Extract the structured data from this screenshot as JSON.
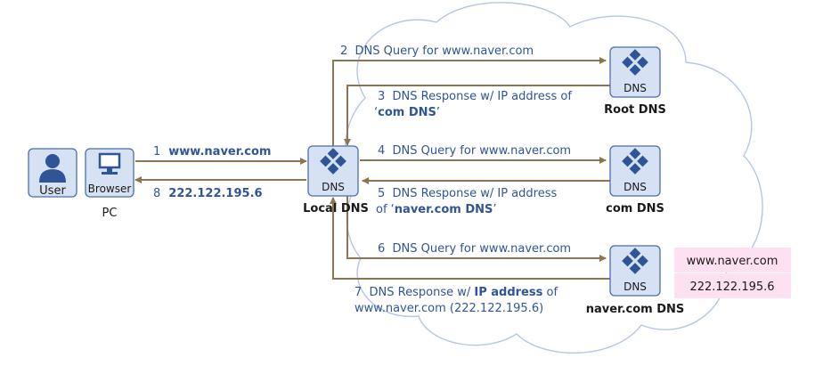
{
  "nodes": {
    "user": {
      "label": "User",
      "icon": "user-icon"
    },
    "browser": {
      "label": "Browser",
      "icon": "monitor-icon",
      "caption": "PC"
    },
    "local_dns": {
      "label": "DNS",
      "icon": "dns-diamond-icon",
      "caption": "Local DNS"
    },
    "root_dns": {
      "label": "DNS",
      "icon": "dns-diamond-icon",
      "caption": "Root DNS"
    },
    "com_dns": {
      "label": "DNS",
      "icon": "dns-diamond-icon",
      "caption": "com DNS"
    },
    "naver_dns": {
      "label": "DNS",
      "icon": "dns-diamond-icon",
      "caption": "naver.com DNS"
    }
  },
  "steps": {
    "s1": {
      "num": "1",
      "text": "www.naver.com"
    },
    "s8": {
      "num": "8",
      "text": "222.122.195.6"
    },
    "s2": {
      "text": "2  DNS Query for www.naver.com"
    },
    "s3": {
      "line1": "3  DNS Response w/ IP address of",
      "line2_prefix": "‘",
      "line2_bold": "com DNS",
      "line2_suffix": "’"
    },
    "s4": {
      "text": "4  DNS Query for www.naver.com"
    },
    "s5": {
      "line1": "5  DNS Response w/ IP address",
      "line2_prefix": "of ‘",
      "line2_bold": "naver.com DNS",
      "line2_suffix": "’"
    },
    "s6": {
      "text": "6  DNS Query for www.naver.com"
    },
    "s7": {
      "line1_prefix": "7  DNS Response w/ ",
      "line1_bold": "IP address",
      "line1_suffix": " of",
      "line2": "www.naver.com (222.122.195.6)"
    }
  },
  "record": {
    "domain": "www.naver.com",
    "ip": "222.122.195.6"
  },
  "colors": {
    "box_fill": "#d6e2f3",
    "box_stroke": "#4a6fa8",
    "icon": "#2f5597",
    "arrow": "#8c7651",
    "text_blue": "#2f5597",
    "record_bg": "#fde0f1",
    "cloud": "#b4c7e1"
  }
}
